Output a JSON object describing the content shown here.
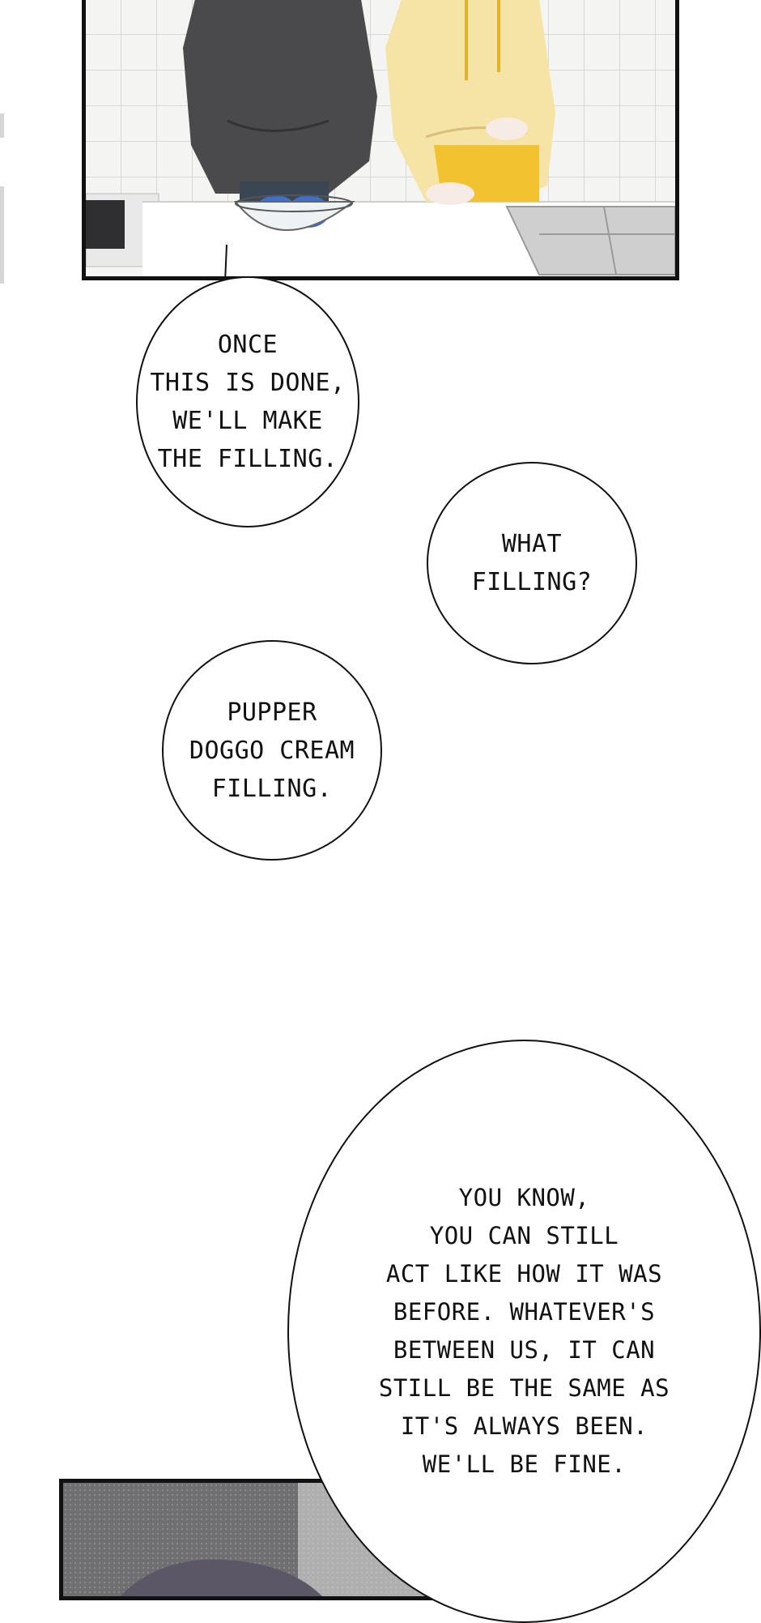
{
  "bubbles": [
    {
      "lines": [
        "ONCE",
        "THIS IS DONE,",
        "WE'LL MAKE",
        "THE FILLING."
      ]
    },
    {
      "lines": [
        "WHAT",
        "FILLING?"
      ]
    },
    {
      "lines": [
        "PUPPER",
        "DOGGO CREAM",
        "FILLING."
      ]
    },
    {
      "lines": [
        "YOU KNOW,",
        "YOU CAN STILL",
        "ACT LIKE HOW IT WAS",
        "BEFORE. WHATEVER'S",
        "BETWEEN US, IT CAN",
        "STILL BE THE SAME AS",
        "IT'S ALWAYS BEEN.",
        "WE'LL BE FINE."
      ]
    }
  ],
  "colors": {
    "sweater_dark": "#4a4a4c",
    "hoodie_yellow": "#f6e3a6",
    "hoodie_accent": "#f2c230",
    "gloves_blue": "#3f6fc9",
    "tile_wall": "#f4f4f2",
    "counter": "#ffffff",
    "bottom_panel": "#6f6f71",
    "hair": "#5b5766"
  }
}
